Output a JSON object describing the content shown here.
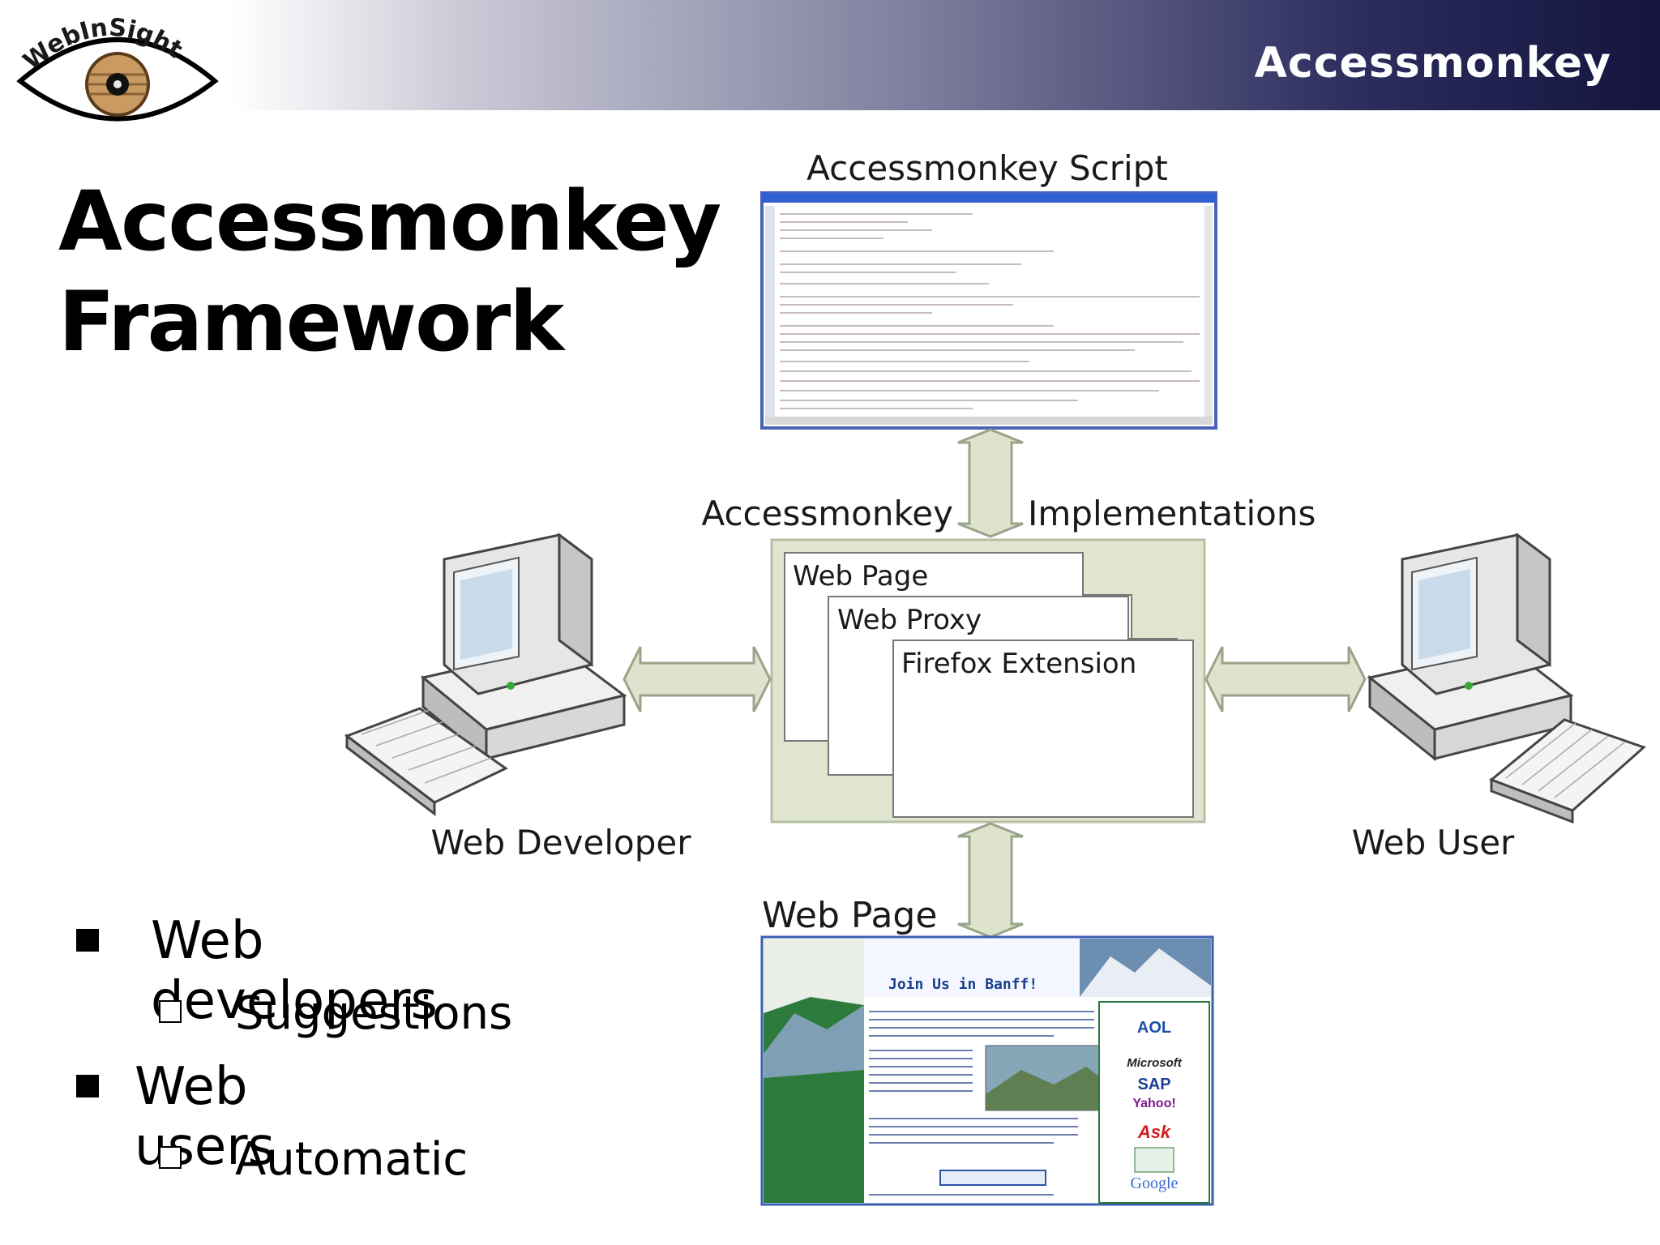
{
  "header": {
    "title": "Accessmonkey",
    "logo_text": "WebInSight"
  },
  "slide_title": [
    "Accessmonkey",
    "Framework"
  ],
  "diagram": {
    "script_label": "Accessmonkey Script",
    "impl_left": "Accessmonkey",
    "impl_right": "Implementations",
    "cards": [
      "Web Page",
      "Web Proxy",
      "Firefox Extension"
    ],
    "developer_label": "Web Developer",
    "user_label": "Web User",
    "webpage_label": "Web Page",
    "webpage_screenshot": {
      "heading": "Join Us in Banff!",
      "sponsors": [
        "AOL",
        "Microsoft",
        "SAP",
        "Yahoo!",
        "Ask",
        "Google"
      ]
    }
  },
  "bullets": [
    {
      "text": "Web developers",
      "sub": "Suggestions"
    },
    {
      "text": "Web users",
      "sub": "Automatic"
    }
  ],
  "colors": {
    "arrow_fill": "#dde3cd",
    "arrow_stroke": "#9aa38a",
    "impl_bg": "#dfe5cf",
    "header_dark": "#14143e"
  }
}
